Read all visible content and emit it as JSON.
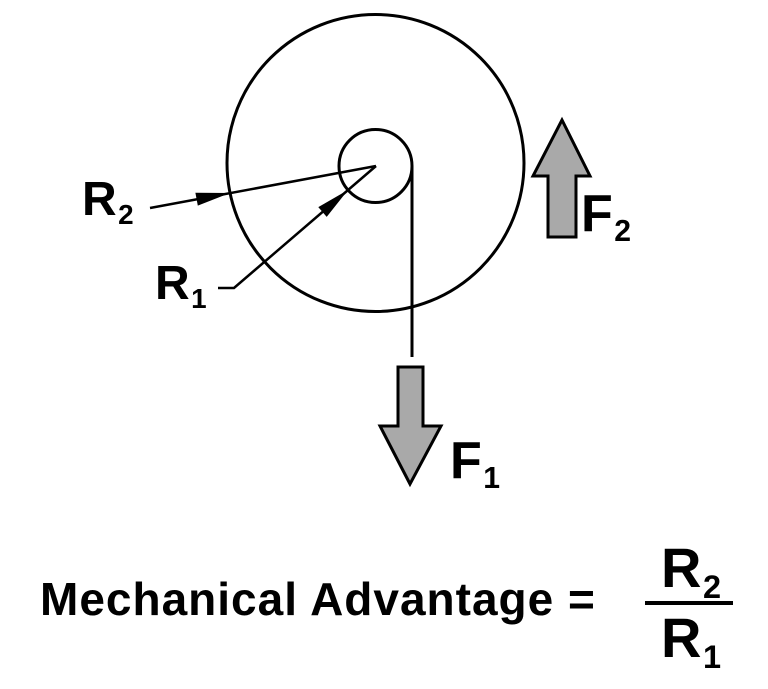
{
  "diagram": {
    "labels": {
      "r2": {
        "base": "R",
        "sub": "2"
      },
      "r1": {
        "base": "R",
        "sub": "1"
      },
      "f2": {
        "base": "F",
        "sub": "2"
      },
      "f1": {
        "base": "F",
        "sub": "1"
      }
    },
    "colors": {
      "arrow_fill": "#A9A9A9",
      "line": "#000000",
      "background": "#FFFFFF"
    }
  },
  "formula": {
    "lhs": "Mechanical Advantage =",
    "numerator": {
      "base": "R",
      "sub": "2"
    },
    "denominator": {
      "base": "R",
      "sub": "1"
    }
  }
}
